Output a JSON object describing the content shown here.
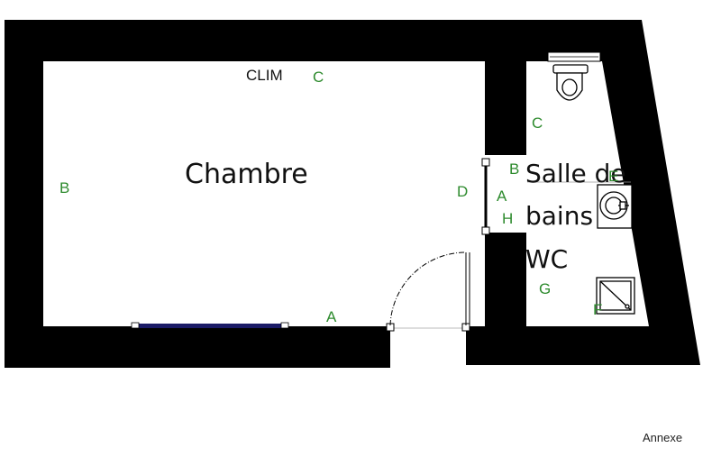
{
  "rooms": {
    "chambre": "Chambre",
    "sdb_line1": "Salle de",
    "sdb_line2": "bains",
    "sdb_line3": "WC"
  },
  "labels": {
    "clim": "CLIM",
    "annexe": "Annexe"
  },
  "markers": {
    "chambre_a": "A",
    "chambre_b": "B",
    "chambre_c": "C",
    "chambre_d": "D",
    "sdb_a": "A",
    "sdb_b": "B",
    "sdb_c": "C",
    "sdb_e": "E",
    "sdb_f": "F",
    "sdb_g": "G",
    "sdb_h": "H"
  },
  "colors": {
    "wall": "#000000",
    "marker": "#2e8b2e",
    "window": "#1a1a66"
  }
}
